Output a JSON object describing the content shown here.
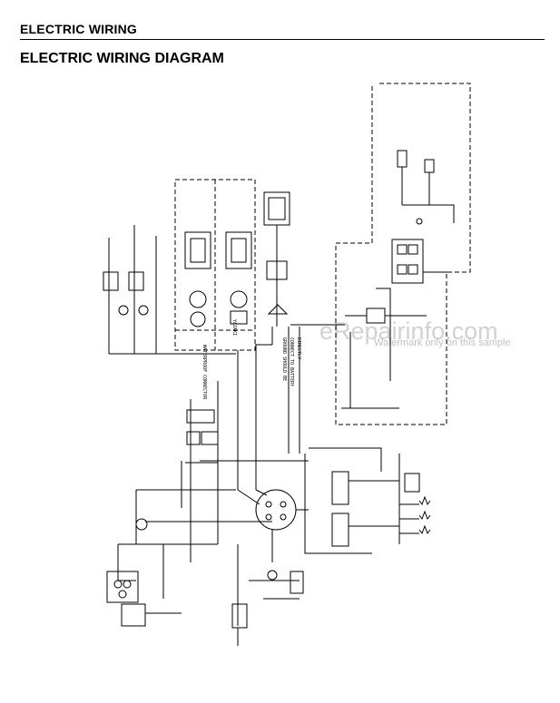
{
  "header": {
    "section_title": "ELECTRIC WIRING"
  },
  "diagram": {
    "title": "ELECTRIC WIRING DIAGRAM",
    "labels": {
      "waterproof_connector": "WATERPROOF CONNECTOR",
      "yazaki": "YAZAKI",
      "ground_note_1": "GROUND SHOULD BE",
      "ground_note_2": "CONNECT TO BATTERY",
      "ground_note_3": "DIRECTLY"
    }
  },
  "watermark": {
    "main": "eRepairinfo.com",
    "sub": "Watermark only on this sample"
  }
}
